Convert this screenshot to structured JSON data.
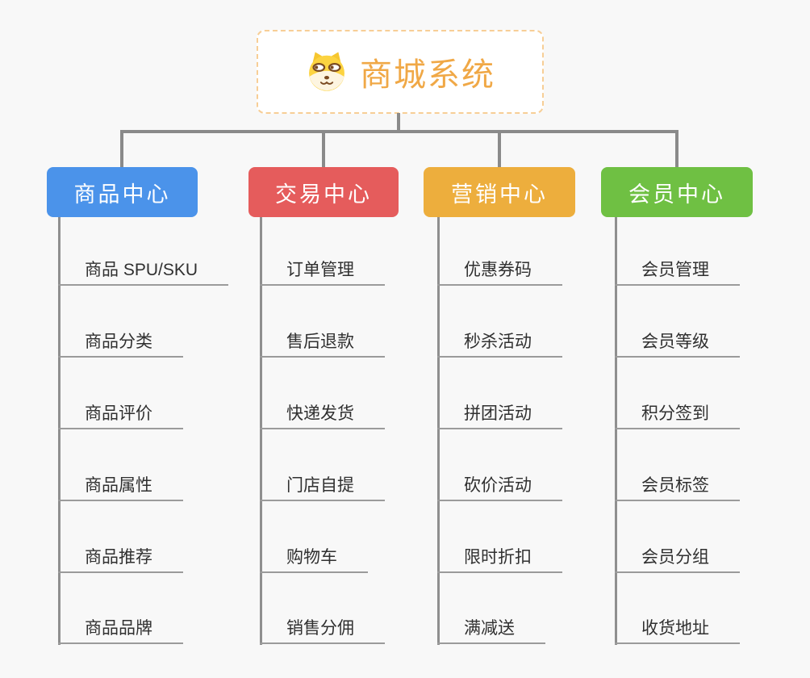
{
  "root": {
    "title": "商城系统",
    "icon": "shiba-dog-icon"
  },
  "colors": {
    "background": "#F8F8F8",
    "root_text": "#F0A846",
    "root_border": "#F7CE96",
    "connector_line": "#8A8A8A",
    "leaf_line": "#9B9B9B",
    "leaf_text": "#303030"
  },
  "branches": [
    {
      "label": "商品中心",
      "color": "#4B93EA",
      "items": [
        "商品 SPU/SKU",
        "商品分类",
        "商品评价",
        "商品属性",
        "商品推荐",
        "商品品牌"
      ]
    },
    {
      "label": "交易中心",
      "color": "#E55C5C",
      "items": [
        "订单管理",
        "售后退款",
        "快递发货",
        "门店自提",
        "购物车",
        "销售分佣"
      ]
    },
    {
      "label": "营销中心",
      "color": "#EDAE3D",
      "items": [
        "优惠券码",
        "秒杀活动",
        "拼团活动",
        "砍价活动",
        "限时折扣",
        "满减送"
      ]
    },
    {
      "label": "会员中心",
      "color": "#6FC043",
      "items": [
        "会员管理",
        "会员等级",
        "积分签到",
        "会员标签",
        "会员分组",
        "收货地址"
      ]
    }
  ]
}
